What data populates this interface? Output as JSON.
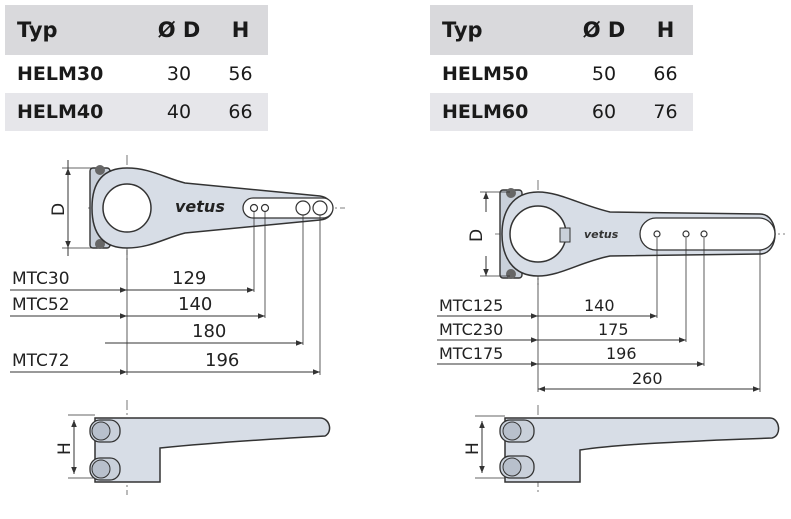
{
  "tables": {
    "left": {
      "headers": [
        "Typ",
        "Ø D",
        "H"
      ],
      "rows": [
        [
          "HELM30",
          "30",
          "56"
        ],
        [
          "HELM40",
          "40",
          "66"
        ]
      ]
    },
    "right": {
      "headers": [
        "Typ",
        "Ø D",
        "H"
      ],
      "rows": [
        [
          "HELM50",
          "50",
          "66"
        ],
        [
          "HELM60",
          "60",
          "76"
        ]
      ]
    }
  },
  "drawings": {
    "left": {
      "d_label": "D",
      "h_label": "H",
      "brand": "vetus",
      "rows": [
        {
          "model": "MTC30",
          "dim": "129"
        },
        {
          "model": "MTC52",
          "dim": "140"
        },
        {
          "model": "",
          "dim": "180"
        },
        {
          "model": "MTC72",
          "dim": "196"
        }
      ]
    },
    "right": {
      "d_label": "D",
      "h_label": "H",
      "brand": "vetus",
      "rows": [
        {
          "model": "MTC125",
          "dim": "140"
        },
        {
          "model": "MTC230",
          "dim": "175"
        },
        {
          "model": "MTC175",
          "dim": "196"
        },
        {
          "model": "",
          "dim": "260"
        }
      ]
    }
  },
  "colors": {
    "header_bg": "#d9d9dc",
    "row_alt_bg": "#e6e6ea",
    "arm_fill": "#d7dde6",
    "line": "#333333"
  }
}
